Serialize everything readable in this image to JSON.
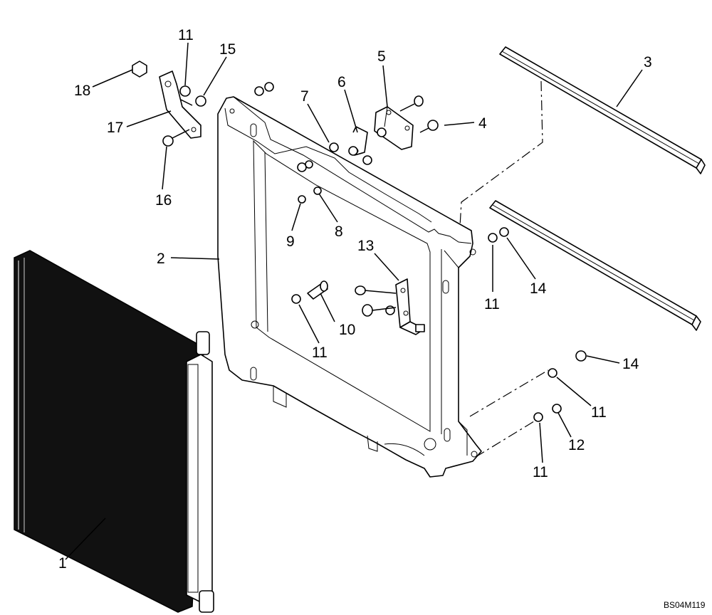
{
  "callouts": {
    "c1": "1",
    "c2": "2",
    "c3": "3",
    "c4": "4",
    "c5": "5",
    "c6": "6",
    "c7": "7",
    "c8": "8",
    "c9": "9",
    "c10": "10",
    "c11a": "11",
    "c11b": "11",
    "c11c": "11",
    "c11d": "11",
    "c11e": "11",
    "c12": "12",
    "c13": "13",
    "c14a": "14",
    "c14b": "14",
    "c15": "15",
    "c16": "16",
    "c17": "17",
    "c18": "18"
  },
  "drawing_code": "BS04M119",
  "colors": {
    "ink": "#000000",
    "paper": "#ffffff",
    "core": "#111111"
  }
}
